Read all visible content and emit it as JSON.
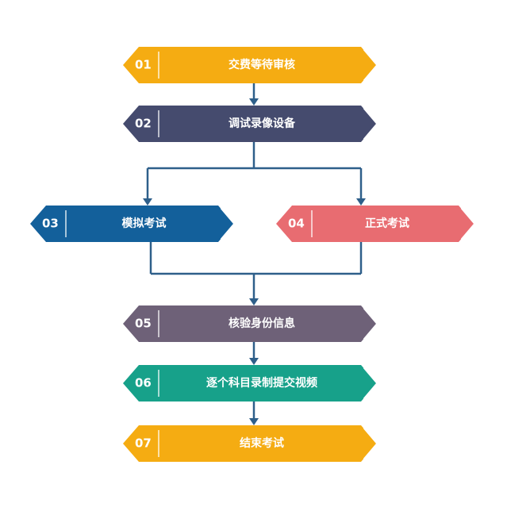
{
  "steps": [
    {
      "num": "01",
      "label": "交费等待审核",
      "color": "#F5AC12"
    },
    {
      "num": "02",
      "label": "调试录像设备",
      "color": "#454B6E"
    },
    {
      "num": "03",
      "label": "模拟考试",
      "color": "#13609B"
    },
    {
      "num": "04",
      "label": "正式考试",
      "color": "#E86C71"
    },
    {
      "num": "05",
      "label": "核验身份信息",
      "color": "#6E6178"
    },
    {
      "num": "06",
      "label": "逐个科目录制提交视频",
      "color": "#17A18A"
    },
    {
      "num": "07",
      "label": "结束考试",
      "color": "#F5AC12"
    }
  ],
  "connector_color": "#2E5F8A"
}
